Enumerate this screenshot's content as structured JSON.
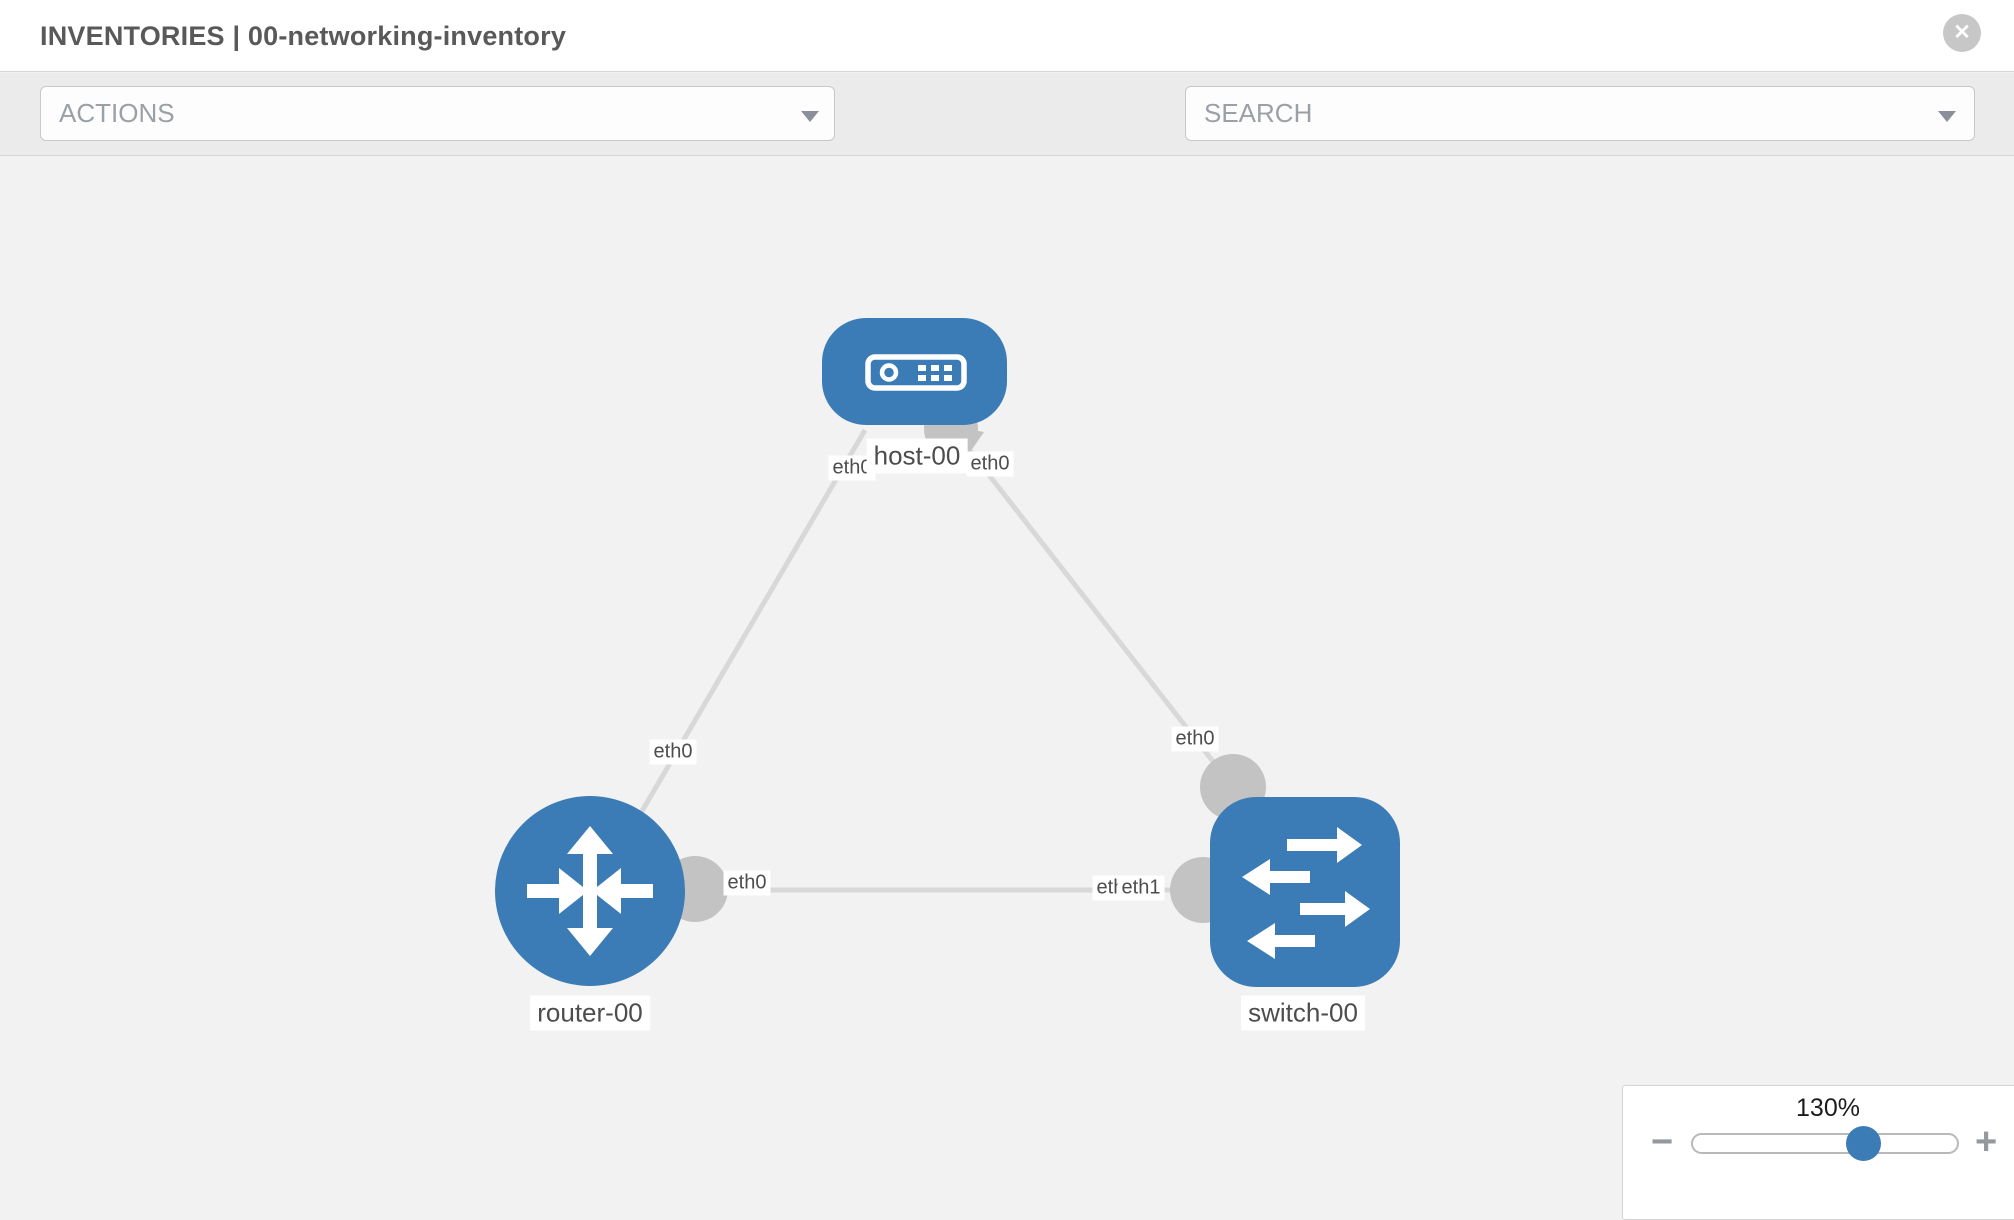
{
  "header": {
    "title": "INVENTORIES | 00-networking-inventory",
    "close_glyph": "✕"
  },
  "toolbar": {
    "actions_label": "ACTIONS",
    "search_placeholder": "SEARCH",
    "icons": [
      "wrench-icon",
      "key-icon"
    ]
  },
  "topology": {
    "nodes": [
      {
        "id": "host-00",
        "type": "host",
        "label": "host-00"
      },
      {
        "id": "router-00",
        "type": "router",
        "label": "router-00"
      },
      {
        "id": "switch-00",
        "type": "switch",
        "label": "switch-00"
      }
    ],
    "links": [
      {
        "from": "host-00",
        "to": "router-00",
        "from_interface": "eth0",
        "to_interface": "eth0"
      },
      {
        "from": "host-00",
        "to": "switch-00",
        "from_interface": "eth0",
        "to_interface": "eth0"
      },
      {
        "from": "router-00",
        "to": "switch-00",
        "from_interface": "eth0",
        "to_interface": "eth1"
      }
    ],
    "iface_labels": [
      "eth0",
      "eth0",
      "eth0",
      "eth0",
      "eth0",
      "eth0",
      "eth1"
    ]
  },
  "zoom_control": {
    "level": "130%",
    "minus_glyph": "−",
    "plus_glyph": "+"
  },
  "colors": {
    "node_blue": "#3b7cb6",
    "link_gray": "#d8d8d8",
    "port_gray": "#c3c3c3",
    "toolbar_bg": "#ebebeb",
    "canvas_bg": "#f2f2f2",
    "title_text": "#595959"
  }
}
